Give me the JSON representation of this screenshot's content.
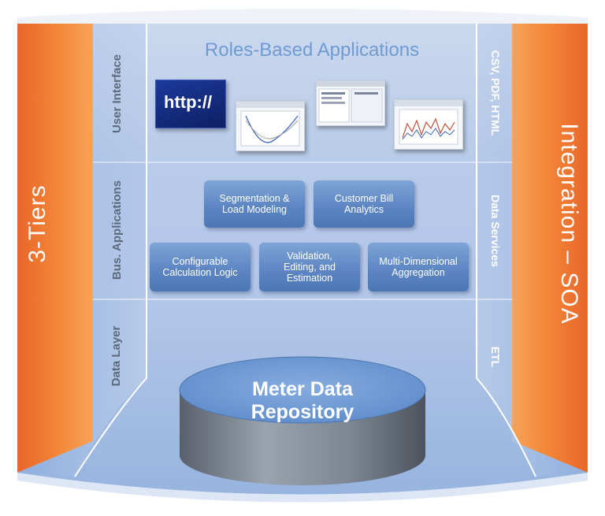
{
  "tiers": {
    "user_interface": "User Interface",
    "bus_applications": "Bus. Applications",
    "data_layer": "Data Layer"
  },
  "left_banner": "3-Tiers",
  "right_banner": "Integration – SOA",
  "right_labels": {
    "formats": "CSV, PDF, HTML",
    "data_services": "Data Services",
    "etl": "ETL"
  },
  "ui_title": "Roles-Based Applications",
  "screenshots": {
    "http_text": "http://"
  },
  "modules": {
    "segmentation": "Segmentation &\nLoad Modeling",
    "customer_bill": "Customer Bill\nAnalytics",
    "configurable": "Configurable\nCalculation Logic",
    "validation": "Validation,\nEditing, and\nEstimation",
    "multidim": "Multi-Dimensional\nAggregation"
  },
  "repository": "Meter Data\nRepository",
  "colors": {
    "orange": "#f07a2d",
    "blue_band": "#a9c0e0",
    "module_blue": "#5d86c3",
    "cylinder_top": "#6f98d1",
    "cylinder_body": "#6f7b8c"
  }
}
